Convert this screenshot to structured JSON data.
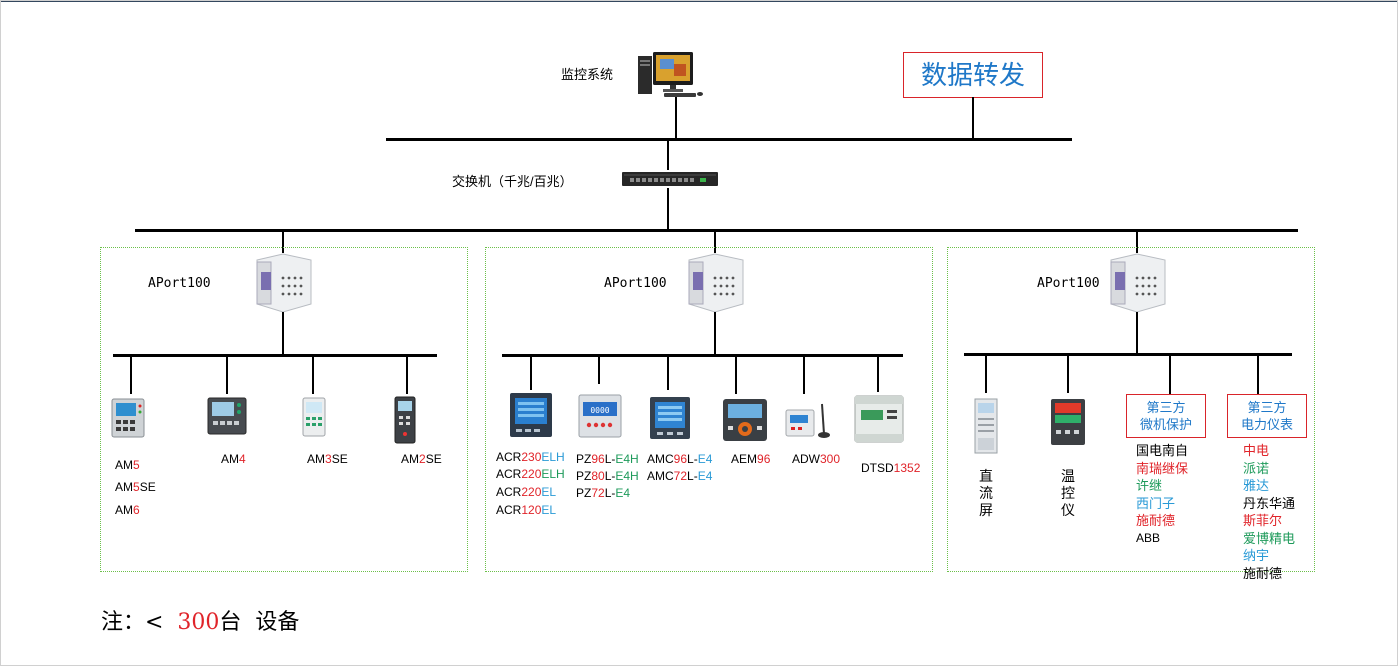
{
  "top": {
    "monitor_label": "监控系统",
    "forward_label": "数据转发",
    "switch_label": "交换机（千兆/百兆）"
  },
  "groups": [
    {
      "gateway": "APort100",
      "devices": [
        {
          "name": "am5-device",
          "label_parts": [
            [
              "AM",
              "k"
            ],
            [
              "5",
              "r"
            ]
          ],
          "extra": [
            [
              [
                "AM",
                "k"
              ],
              [
                "5",
                "r"
              ],
              [
                "SE",
                "k"
              ]
            ],
            [
              [
                "AM",
                "k"
              ],
              [
                "6",
                "r"
              ]
            ]
          ]
        },
        {
          "name": "am4-device",
          "label_parts": [
            [
              "AM",
              "k"
            ],
            [
              "4",
              "r"
            ]
          ]
        },
        {
          "name": "am3se-device",
          "label_parts": [
            [
              "AM",
              "k"
            ],
            [
              "3",
              "r"
            ],
            [
              "SE",
              "k"
            ]
          ]
        },
        {
          "name": "am2se-device",
          "label_parts": [
            [
              "AM",
              "k"
            ],
            [
              "2",
              "r"
            ],
            [
              "SE",
              "k"
            ]
          ]
        }
      ]
    },
    {
      "gateway": "APort100",
      "acr_lines": [
        [
          [
            "ACR",
            "k"
          ],
          [
            "230",
            "r"
          ],
          [
            "ELH",
            "b"
          ]
        ],
        [
          [
            "ACR",
            "k"
          ],
          [
            "220",
            "r"
          ],
          [
            "ELH",
            "g"
          ]
        ],
        [
          [
            "ACR",
            "k"
          ],
          [
            "220",
            "r"
          ],
          [
            "EL",
            "b"
          ]
        ],
        [
          [
            "ACR",
            "k"
          ],
          [
            "120",
            "r"
          ],
          [
            "EL",
            "b"
          ]
        ]
      ],
      "pz_lines": [
        [
          [
            "PZ",
            "k"
          ],
          [
            "96",
            "r"
          ],
          [
            "L-",
            "k"
          ],
          [
            "E4H",
            "g"
          ]
        ],
        [
          [
            "PZ",
            "k"
          ],
          [
            "80",
            "r"
          ],
          [
            "L-",
            "k"
          ],
          [
            "E4H",
            "g"
          ]
        ],
        [
          [
            "PZ",
            "k"
          ],
          [
            "72",
            "r"
          ],
          [
            "L-",
            "k"
          ],
          [
            "E4",
            "g"
          ]
        ]
      ],
      "amc_lines": [
        [
          [
            "AMC",
            "k"
          ],
          [
            "96",
            "r"
          ],
          [
            "L-",
            "k"
          ],
          [
            "E4",
            "b"
          ]
        ],
        [
          [
            "AMC",
            "k"
          ],
          [
            "72",
            "r"
          ],
          [
            "L-",
            "k"
          ],
          [
            "E4",
            "b"
          ]
        ]
      ],
      "aem": [
        [
          "AEM",
          "k"
        ],
        [
          "96",
          "r"
        ]
      ],
      "adw": [
        [
          "ADW",
          "k"
        ],
        [
          "300",
          "r"
        ]
      ],
      "dtsd": [
        [
          "DTSD",
          "k"
        ],
        [
          "1352",
          "r"
        ]
      ]
    },
    {
      "gateway": "APort100",
      "dc_screen": [
        "直",
        "流",
        "屏"
      ],
      "temp_ctrl": [
        "温",
        "控",
        "仪"
      ],
      "third_protect_title": [
        "第三方",
        "微机保护"
      ],
      "third_protect_list": [
        [
          "国电南自",
          "k"
        ],
        [
          "南瑞继保",
          "r"
        ],
        [
          "许继",
          "g"
        ],
        [
          "西门子",
          "b"
        ],
        [
          "施耐德",
          "r"
        ],
        [
          "ABB",
          "k"
        ]
      ],
      "third_meter_title": [
        "第三方",
        "电力仪表"
      ],
      "third_meter_list": [
        [
          "中电",
          "r"
        ],
        [
          "派诺",
          "g"
        ],
        [
          "雅达",
          "b"
        ],
        [
          "丹东华通",
          "k"
        ],
        [
          "斯菲尔",
          "r"
        ],
        [
          "爱博精电",
          "g"
        ],
        [
          "纳宇",
          "b"
        ],
        [
          "施耐德",
          "k"
        ]
      ]
    }
  ],
  "note": {
    "prefix": "注：<  ",
    "count": "300",
    "suffix": "台  设备"
  }
}
